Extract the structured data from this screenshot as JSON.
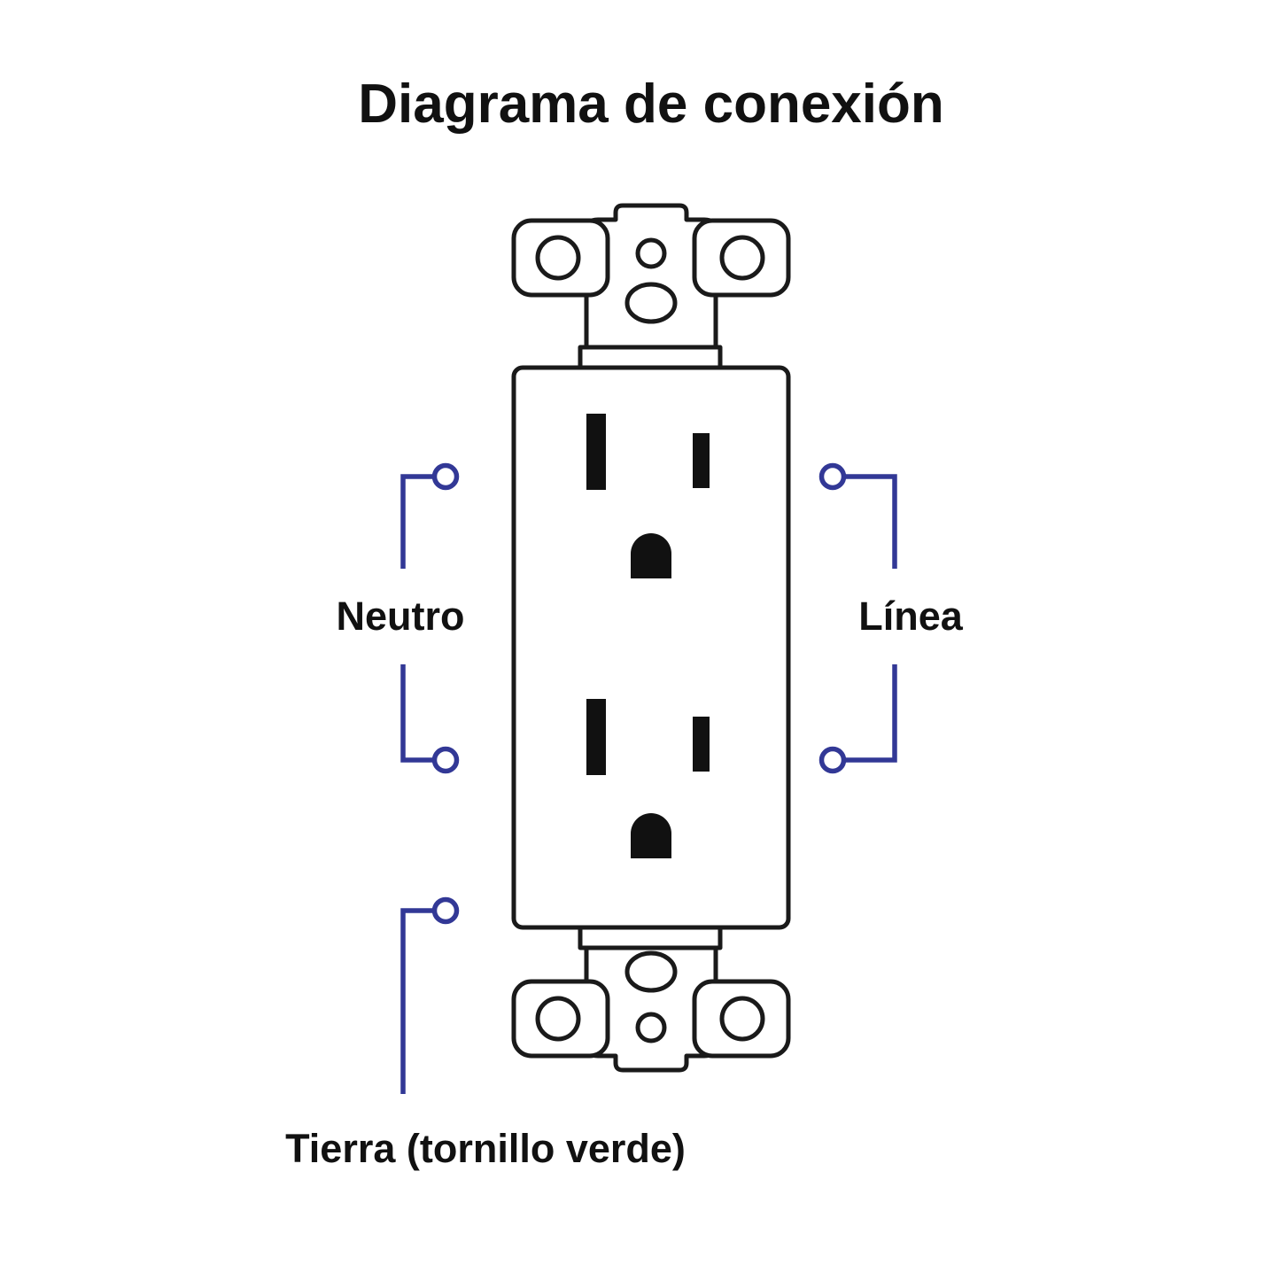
{
  "title": "Diagrama de conexión",
  "labels": {
    "neutral": "Neutro",
    "line": "Línea",
    "ground": "Tierra (tornillo verde)"
  },
  "colors": {
    "wire": "#323896",
    "outline": "#1a1a1a",
    "slot": "#111111",
    "background": "#ffffff"
  }
}
